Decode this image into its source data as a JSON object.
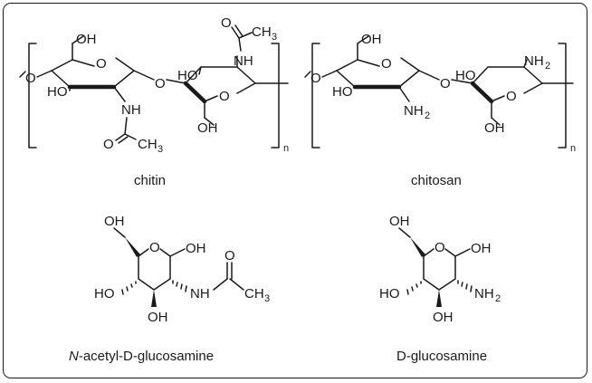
{
  "structures": {
    "chitin": {
      "caption": "chitin",
      "repeat_subscript": "n",
      "labels": {
        "oh_top": "OH",
        "ho_left": "HO",
        "ring_o1": "O",
        "nh1": "NH",
        "o_acyl1": "O",
        "ch3_1": "CH",
        "link_o": "O",
        "ho_mid": "HO",
        "nh2": "NH",
        "o_acyl2": "O",
        "ch3_2": "CH",
        "ring_o2": "O",
        "oh_bot": "OH",
        "end_o": "O",
        "sub3": "3"
      }
    },
    "chitosan": {
      "caption": "chitosan",
      "repeat_subscript": "n",
      "labels": {
        "oh_top": "OH",
        "ho_left": "HO",
        "ring_o1": "O",
        "nh2_1": "NH",
        "link_o": "O",
        "ho_mid": "HO",
        "nh2_2": "NH",
        "ring_o2": "O",
        "oh_bot": "OH",
        "end_o": "O",
        "sub2": "2"
      }
    },
    "nag": {
      "caption_prefix": "N",
      "caption_rest": "-acetyl-D-glucosamine",
      "labels": {
        "oh_top": "OH",
        "ring_o": "O",
        "oh_anomeric": "OH",
        "ho_left": "HO",
        "oh_bottom": "OH",
        "nh": "NH",
        "o_carbonyl": "O",
        "ch3": "CH",
        "sub3": "3"
      }
    },
    "glucosamine": {
      "caption": "D-glucosamine",
      "labels": {
        "oh_top": "OH",
        "ring_o": "O",
        "oh_anomeric": "OH",
        "ho_left": "HO",
        "oh_bottom": "OH",
        "nh2": "NH",
        "sub2": "2"
      }
    }
  }
}
